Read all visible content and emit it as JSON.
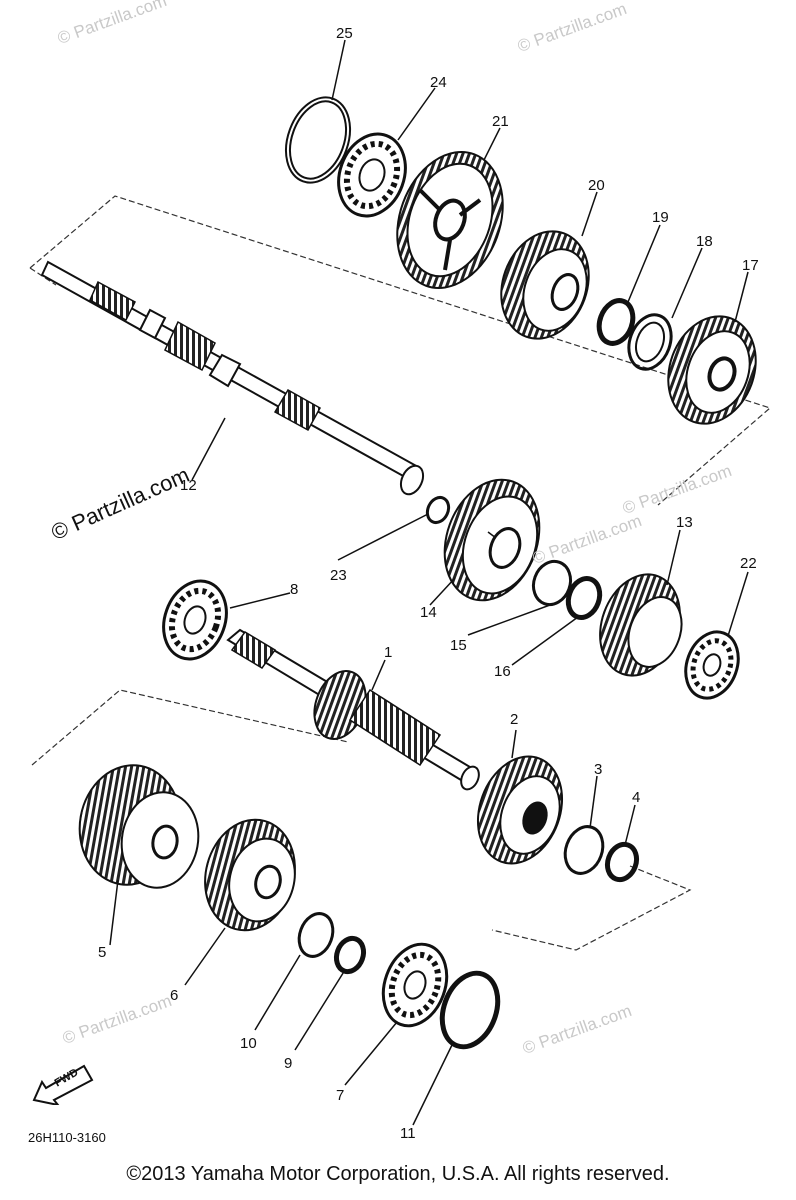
{
  "watermarks": {
    "light": "© Partzilla.com",
    "dark": "© Partzilla.com"
  },
  "parts": [
    {
      "id": "p1",
      "label": "1"
    },
    {
      "id": "p2",
      "label": "2"
    },
    {
      "id": "p3",
      "label": "3"
    },
    {
      "id": "p4",
      "label": "4"
    },
    {
      "id": "p5",
      "label": "5"
    },
    {
      "id": "p6",
      "label": "6"
    },
    {
      "id": "p7",
      "label": "7"
    },
    {
      "id": "p8",
      "label": "8"
    },
    {
      "id": "p9",
      "label": "9"
    },
    {
      "id": "p10",
      "label": "10"
    },
    {
      "id": "p11",
      "label": "11"
    },
    {
      "id": "p12",
      "label": "12"
    },
    {
      "id": "p13",
      "label": "13"
    },
    {
      "id": "p14",
      "label": "14"
    },
    {
      "id": "p15",
      "label": "15"
    },
    {
      "id": "p16",
      "label": "16"
    },
    {
      "id": "p17",
      "label": "17"
    },
    {
      "id": "p18",
      "label": "18"
    },
    {
      "id": "p19",
      "label": "19"
    },
    {
      "id": "p20",
      "label": "20"
    },
    {
      "id": "p21",
      "label": "21"
    },
    {
      "id": "p22",
      "label": "22"
    },
    {
      "id": "p23",
      "label": "23"
    },
    {
      "id": "p24",
      "label": "24"
    },
    {
      "id": "p25",
      "label": "25"
    }
  ],
  "fwd_label": "FWD",
  "part_code": "26H110-3160",
  "copyright": "©2013 Yamaha Motor Corporation, U.S.A. All rights reserved."
}
